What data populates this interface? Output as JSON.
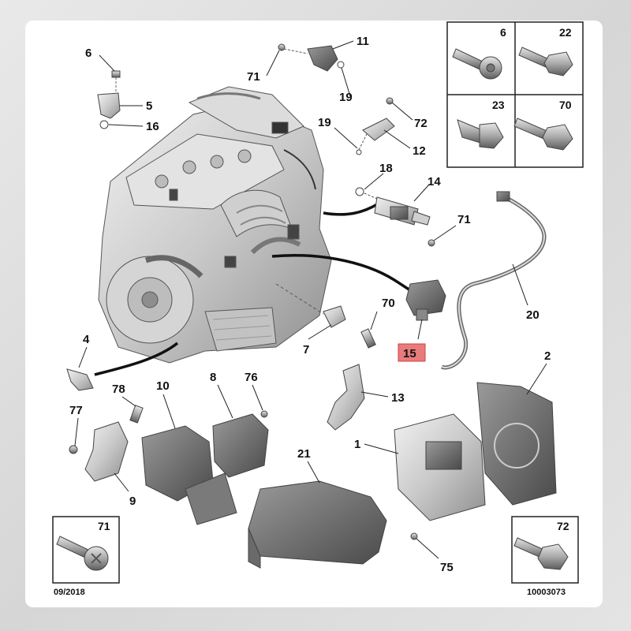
{
  "callouts": [
    {
      "id": "c6",
      "text": "6"
    },
    {
      "id": "c5",
      "text": "5"
    },
    {
      "id": "c16",
      "text": "16"
    },
    {
      "id": "c71a",
      "text": "71"
    },
    {
      "id": "c11",
      "text": "11"
    },
    {
      "id": "c19a",
      "text": "19"
    },
    {
      "id": "c19b",
      "text": "19"
    },
    {
      "id": "c72",
      "text": "72"
    },
    {
      "id": "c12",
      "text": "12"
    },
    {
      "id": "c18",
      "text": "18"
    },
    {
      "id": "c14",
      "text": "14"
    },
    {
      "id": "c71b",
      "text": "71"
    },
    {
      "id": "c20",
      "text": "20"
    },
    {
      "id": "c70",
      "text": "70"
    },
    {
      "id": "c7",
      "text": "7"
    },
    {
      "id": "c15",
      "text": "15"
    },
    {
      "id": "c4",
      "text": "4"
    },
    {
      "id": "c2",
      "text": "2"
    },
    {
      "id": "c13",
      "text": "13"
    },
    {
      "id": "c78",
      "text": "78"
    },
    {
      "id": "c10",
      "text": "10"
    },
    {
      "id": "c8",
      "text": "8"
    },
    {
      "id": "c76",
      "text": "76"
    },
    {
      "id": "c77",
      "text": "77"
    },
    {
      "id": "c9",
      "text": "9"
    },
    {
      "id": "c21",
      "text": "21"
    },
    {
      "id": "c1",
      "text": "1"
    },
    {
      "id": "c75",
      "text": "75"
    }
  ],
  "fastener_boxes": {
    "top_grid": [
      "6",
      "22",
      "23",
      "70"
    ],
    "bottom_left": "71",
    "bottom_right": "72"
  },
  "highlight_color": "#e87b7b",
  "footer": {
    "date": "09/2018",
    "reference": "10003073"
  }
}
